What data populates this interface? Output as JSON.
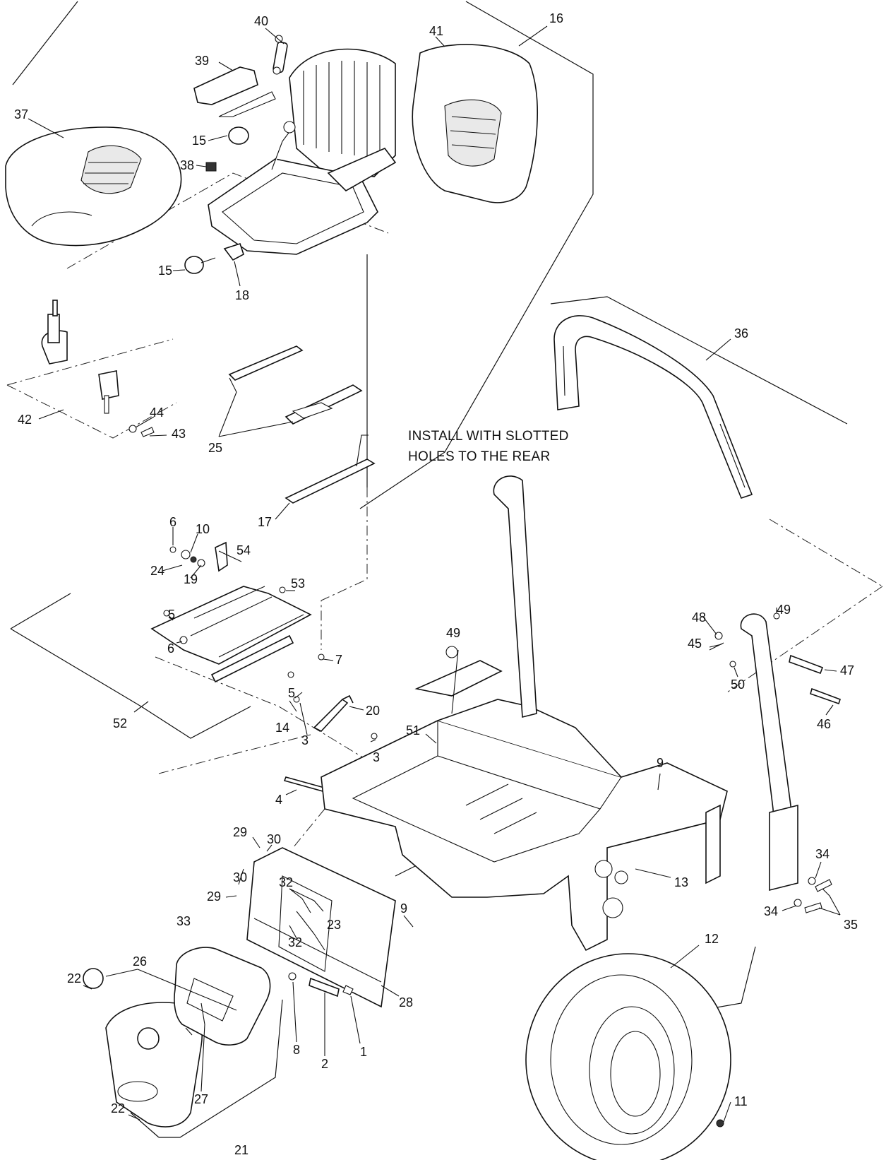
{
  "note": {
    "line1": "INSTALL WITH SLOTTED",
    "line2": "HOLES TO THE REAR"
  },
  "callouts": [
    {
      "id": "c40",
      "label": "40"
    },
    {
      "id": "c16",
      "label": "16"
    },
    {
      "id": "c41",
      "label": "41"
    },
    {
      "id": "c39",
      "label": "39"
    },
    {
      "id": "c37",
      "label": "37"
    },
    {
      "id": "c15a",
      "label": "15"
    },
    {
      "id": "c38",
      "label": "38"
    },
    {
      "id": "c15b",
      "label": "15"
    },
    {
      "id": "c18",
      "label": "18"
    },
    {
      "id": "c36",
      "label": "36"
    },
    {
      "id": "c42",
      "label": "42"
    },
    {
      "id": "c44",
      "label": "44"
    },
    {
      "id": "c43",
      "label": "43"
    },
    {
      "id": "c25",
      "label": "25"
    },
    {
      "id": "c17",
      "label": "17"
    },
    {
      "id": "c6a",
      "label": "6"
    },
    {
      "id": "c10",
      "label": "10"
    },
    {
      "id": "c24",
      "label": "24"
    },
    {
      "id": "c54",
      "label": "54"
    },
    {
      "id": "c19",
      "label": "19"
    },
    {
      "id": "c53",
      "label": "53"
    },
    {
      "id": "c5a",
      "label": "5"
    },
    {
      "id": "c6b",
      "label": "6"
    },
    {
      "id": "c7",
      "label": "7"
    },
    {
      "id": "c49a",
      "label": "49"
    },
    {
      "id": "c48",
      "label": "48"
    },
    {
      "id": "c49b",
      "label": "49"
    },
    {
      "id": "c45",
      "label": "45"
    },
    {
      "id": "c47",
      "label": "47"
    },
    {
      "id": "c50",
      "label": "50"
    },
    {
      "id": "c46",
      "label": "46"
    },
    {
      "id": "c5b",
      "label": "5"
    },
    {
      "id": "c20",
      "label": "20"
    },
    {
      "id": "c14",
      "label": "14"
    },
    {
      "id": "c3a",
      "label": "3"
    },
    {
      "id": "c3b",
      "label": "3"
    },
    {
      "id": "c52",
      "label": "52"
    },
    {
      "id": "c51",
      "label": "51"
    },
    {
      "id": "c9a",
      "label": "9"
    },
    {
      "id": "c4",
      "label": "4"
    },
    {
      "id": "c29a",
      "label": "29"
    },
    {
      "id": "c30a",
      "label": "30"
    },
    {
      "id": "c30b",
      "label": "30"
    },
    {
      "id": "c29b",
      "label": "29"
    },
    {
      "id": "c32a",
      "label": "32"
    },
    {
      "id": "c23",
      "label": "23"
    },
    {
      "id": "c32b",
      "label": "32"
    },
    {
      "id": "c13",
      "label": "13"
    },
    {
      "id": "c34a",
      "label": "34"
    },
    {
      "id": "c34b",
      "label": "34"
    },
    {
      "id": "c35",
      "label": "35"
    },
    {
      "id": "c33",
      "label": "33"
    },
    {
      "id": "c9b",
      "label": "9"
    },
    {
      "id": "c26",
      "label": "26"
    },
    {
      "id": "c12",
      "label": "12"
    },
    {
      "id": "c28",
      "label": "28"
    },
    {
      "id": "c22a",
      "label": "22"
    },
    {
      "id": "c8",
      "label": "8"
    },
    {
      "id": "c2",
      "label": "2"
    },
    {
      "id": "c1",
      "label": "1"
    },
    {
      "id": "c27",
      "label": "27"
    },
    {
      "id": "c22b",
      "label": "22"
    },
    {
      "id": "c21",
      "label": "21"
    },
    {
      "id": "c11",
      "label": "11"
    }
  ]
}
